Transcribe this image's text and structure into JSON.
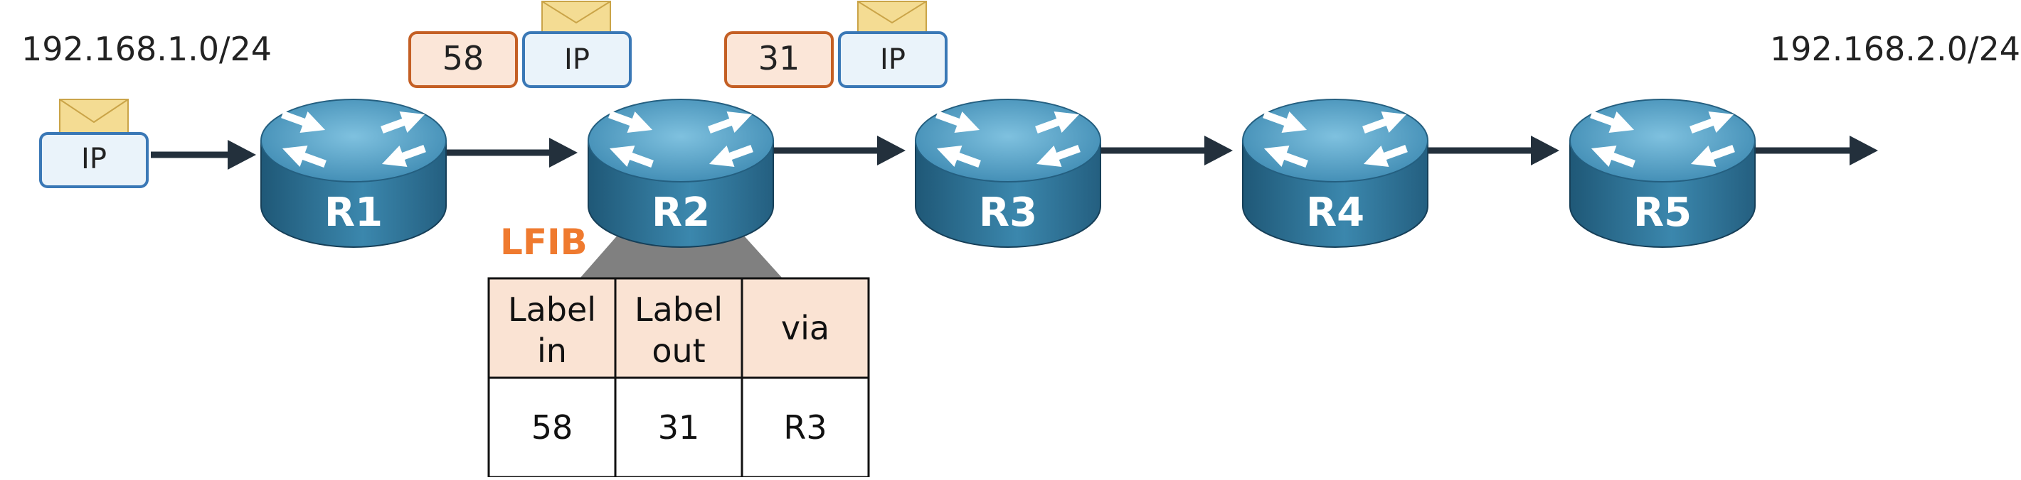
{
  "colors": {
    "arrow": "#23303c",
    "router_top": "#5aa7c8",
    "router_side": "#2d6d8e",
    "ip_box_fill": "#eaf3fa",
    "ip_box_stroke": "#3a78b6",
    "label_box_fill": "#fbe6d8",
    "label_box_stroke": "#c45f24",
    "envelope_fill": "#f4dc93",
    "envelope_stroke": "#caa448",
    "lfib_title": "#ef7a2f",
    "table_header_fill": "#fae3d3",
    "funnel": "#808080"
  },
  "networks": {
    "left": "192.168.1.0/24",
    "right": "192.168.2.0/24"
  },
  "routers": [
    "R1",
    "R2",
    "R3",
    "R4",
    "R5"
  ],
  "packets": {
    "ingress": {
      "ip": "IP"
    },
    "hop1": {
      "label": "58",
      "ip": "IP"
    },
    "hop2": {
      "label": "31",
      "ip": "IP"
    }
  },
  "lfib": {
    "title": "LFIB",
    "headers": [
      [
        "Label",
        "in"
      ],
      [
        "Label",
        "out"
      ],
      [
        "via"
      ]
    ],
    "rows": [
      [
        "58",
        "31",
        "R3"
      ]
    ]
  }
}
